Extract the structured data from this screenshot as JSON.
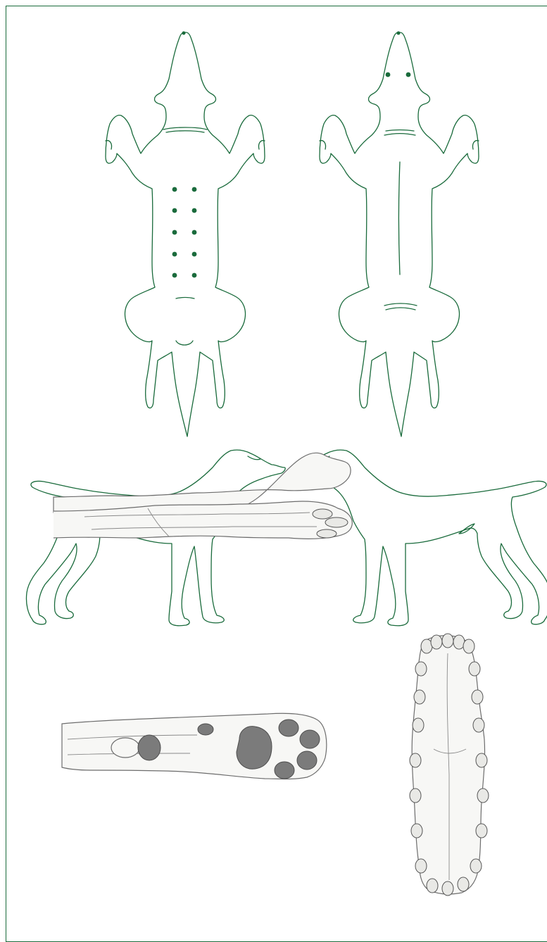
{
  "colors": {
    "outline": "#1a6b3c",
    "marker": "#1a6b3c",
    "sketch_stroke": "#6d6d6d",
    "pad_fill": "#7b7b7b",
    "background": "#ffffff"
  },
  "figures": [
    {
      "name": "dog-ventral-view",
      "marker_count": 10
    },
    {
      "name": "dog-dorsal-view",
      "marker_count": 2
    },
    {
      "name": "dog-left-lateral-view",
      "marker_count": 0
    },
    {
      "name": "dog-right-lateral-view",
      "marker_count": 0
    },
    {
      "name": "paw-dorsal-sketch",
      "marker_count": 0
    },
    {
      "name": "paw-palmar-sketch",
      "marker_count": 0
    },
    {
      "name": "hard-palate-sketch",
      "marker_count": 0
    }
  ]
}
